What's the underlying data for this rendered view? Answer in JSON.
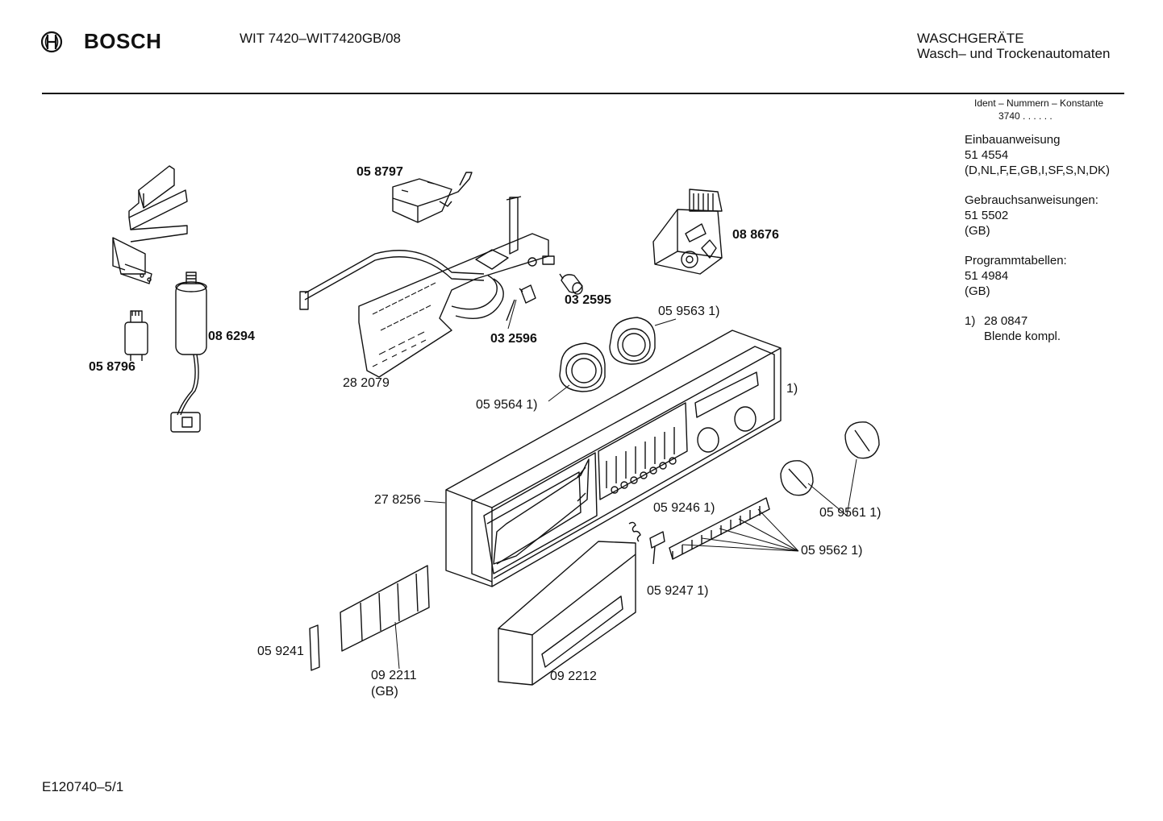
{
  "header": {
    "brand": "BOSCH",
    "model": "WIT 7420–WIT7420GB/08",
    "category": "WASCHGERÄTE",
    "subcategory": "Wasch– und Trockenautomaten"
  },
  "sidebar": {
    "ident_label": "Ident – Nummern – Konstante",
    "ident_value": "3740 . .  . . . .",
    "install_title": "Einbauanweisung",
    "install_number": "51 4554",
    "install_langs": "(D,NL,F,E,GB,I,SF,S,N,DK)",
    "usage_title": "Gebrauchsanweisungen:",
    "usage_number": "51 5502",
    "usage_lang": "(GB)",
    "program_title": "Programmtabellen:",
    "program_number": "51 4984",
    "program_lang": "(GB)",
    "footnote_marker": "1)",
    "footnote_number": "28 0847",
    "footnote_text": "Blende kompl."
  },
  "parts": {
    "p058797": "05 8797",
    "p088676": "08 8676",
    "p086294": "08 6294",
    "p058796": "05 8796",
    "p032595": "03 2595",
    "p032596": "03 2596",
    "p282079": "28 2079",
    "p059563": "05 9563 1)",
    "p059564": "05 9564 1)",
    "panel_ref": "1)",
    "p278256": "27 8256",
    "p059246": "05 9246 1)",
    "p059561": "05 9561 1)",
    "p059562": "05 9562 1)",
    "p059247": "05 9247 1)",
    "p059241": "05 9241",
    "p092211": "09  2211",
    "p092211_lang": "(GB)",
    "p092212": "09 2212"
  },
  "footer": {
    "drawing_id": "E120740–5/1"
  }
}
